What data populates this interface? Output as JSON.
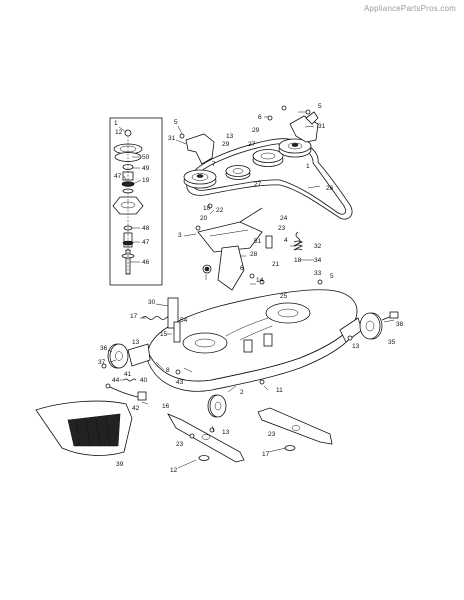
{
  "watermark": "AppliancePartsPros.com",
  "callouts": [
    {
      "id": "c1",
      "text": "1"
    },
    {
      "id": "c12a",
      "text": "12"
    },
    {
      "id": "c50",
      "text": "50"
    },
    {
      "id": "c49",
      "text": "49"
    },
    {
      "id": "c47a",
      "text": "47"
    },
    {
      "id": "c19",
      "text": "19"
    },
    {
      "id": "c48",
      "text": "48"
    },
    {
      "id": "c47b",
      "text": "47"
    },
    {
      "id": "c46",
      "text": "46"
    },
    {
      "id": "c5a",
      "text": "5"
    },
    {
      "id": "c31a",
      "text": "31"
    },
    {
      "id": "c6",
      "text": "6"
    },
    {
      "id": "c5b",
      "text": "5"
    },
    {
      "id": "c31b",
      "text": "31"
    },
    {
      "id": "c13a",
      "text": "13"
    },
    {
      "id": "c29a",
      "text": "29"
    },
    {
      "id": "c29b",
      "text": "29"
    },
    {
      "id": "c27a",
      "text": "27"
    },
    {
      "id": "c1b",
      "text": "1"
    },
    {
      "id": "c26",
      "text": "26"
    },
    {
      "id": "c27b",
      "text": "27"
    },
    {
      "id": "c10",
      "text": "10"
    },
    {
      "id": "c22",
      "text": "22"
    },
    {
      "id": "c20",
      "text": "20"
    },
    {
      "id": "c24",
      "text": "24"
    },
    {
      "id": "c23a",
      "text": "23"
    },
    {
      "id": "c3",
      "text": "3"
    },
    {
      "id": "c51",
      "text": "51"
    },
    {
      "id": "c28",
      "text": "28"
    },
    {
      "id": "c4",
      "text": "4"
    },
    {
      "id": "c32",
      "text": "32"
    },
    {
      "id": "c21",
      "text": "21"
    },
    {
      "id": "c18",
      "text": "18"
    },
    {
      "id": "c34",
      "text": "34"
    },
    {
      "id": "c33",
      "text": "33"
    },
    {
      "id": "c5c",
      "text": "5"
    },
    {
      "id": "c6b",
      "text": "6"
    },
    {
      "id": "c25",
      "text": "25"
    },
    {
      "id": "c14",
      "text": "14"
    },
    {
      "id": "c30",
      "text": "30"
    },
    {
      "id": "c17",
      "text": "17"
    },
    {
      "id": "c54",
      "text": "54"
    },
    {
      "id": "c15",
      "text": "15"
    },
    {
      "id": "c38",
      "text": "38"
    },
    {
      "id": "c13b",
      "text": "13"
    },
    {
      "id": "c35",
      "text": "35"
    },
    {
      "id": "c36",
      "text": "36"
    },
    {
      "id": "c13c",
      "text": "13"
    },
    {
      "id": "c37",
      "text": "37"
    },
    {
      "id": "c8",
      "text": "8"
    },
    {
      "id": "c43",
      "text": "43"
    },
    {
      "id": "c41",
      "text": "41"
    },
    {
      "id": "c40",
      "text": "40"
    },
    {
      "id": "c44",
      "text": "44"
    },
    {
      "id": "c42",
      "text": "42"
    },
    {
      "id": "c16",
      "text": "16"
    },
    {
      "id": "c2",
      "text": "2"
    },
    {
      "id": "c11",
      "text": "11"
    },
    {
      "id": "c13d",
      "text": "13"
    },
    {
      "id": "c23b",
      "text": "23"
    },
    {
      "id": "c23c",
      "text": "23"
    },
    {
      "id": "c12b",
      "text": "12"
    },
    {
      "id": "c17b",
      "text": "17"
    },
    {
      "id": "c39",
      "text": "39"
    },
    {
      "id": "c7",
      "text": "7"
    }
  ]
}
